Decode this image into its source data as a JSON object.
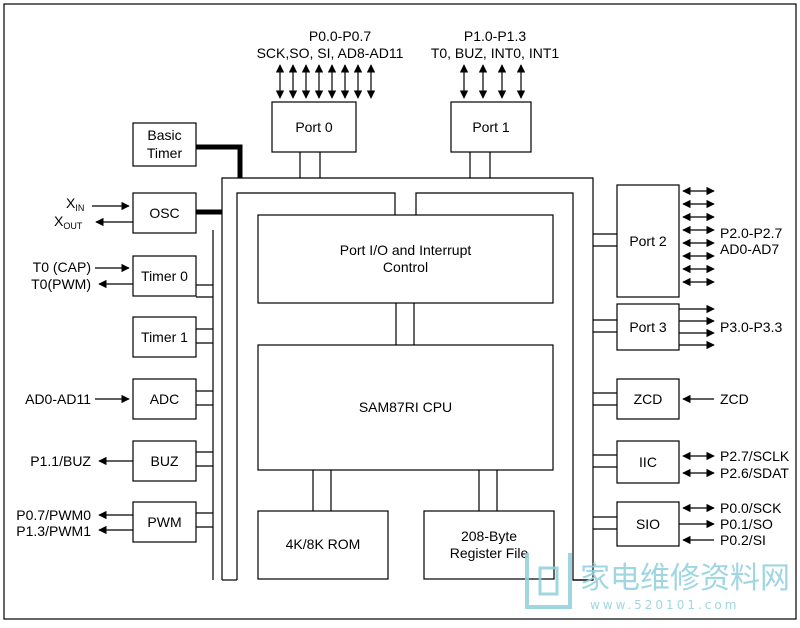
{
  "blocks": {
    "basic_timer_l1": "Basic",
    "basic_timer_l2": "Timer",
    "osc": "OSC",
    "timer0": "Timer 0",
    "timer1": "Timer 1",
    "adc": "ADC",
    "buz": "BUZ",
    "pwm": "PWM",
    "port0": "Port 0",
    "port1": "Port 1",
    "port2": "Port 2",
    "port3": "Port 3",
    "zcd": "ZCD",
    "iic": "IIC",
    "sio": "SIO",
    "port_io_l1": "Port I/O and Interrupt",
    "port_io_l2": "Control",
    "cpu": "SAM87RI CPU",
    "rom": "4K/8K ROM",
    "regfile_l1": "208-Byte",
    "regfile_l2": "Register File"
  },
  "signals": {
    "xin_main": "X",
    "xin_sub": "IN",
    "xout_main": "X",
    "xout_sub": "OUT",
    "t0_cap": "T0 (CAP)",
    "t0_pwm": "T0(PWM)",
    "adc_in": "AD0-AD11",
    "buz_out": "P1.1/BUZ",
    "pwm0": "P0.7/PWM0",
    "pwm1": "P1.3/PWM1",
    "port0_l1": "P0.0-P0.7",
    "port0_l2": "SCK,SO, SI, AD8-AD11",
    "port1_l1": "P1.0-P1.3",
    "port1_l2": "T0, BUZ, INT0, INT1",
    "port2_l1": "P2.0-P2.7",
    "port2_l2": "AD0-AD7",
    "port3": "P3.0-P3.3",
    "zcd": "ZCD",
    "iic_sclk": "P2.7/SCLK",
    "iic_sdat": "P2.6/SDAT",
    "sio_sck": "P0.0/SCK",
    "sio_so": "P0.1/SO",
    "sio_si": "P0.2/SI"
  },
  "watermark": {
    "text": "家电维修资料网",
    "url": "www.520101.com"
  }
}
